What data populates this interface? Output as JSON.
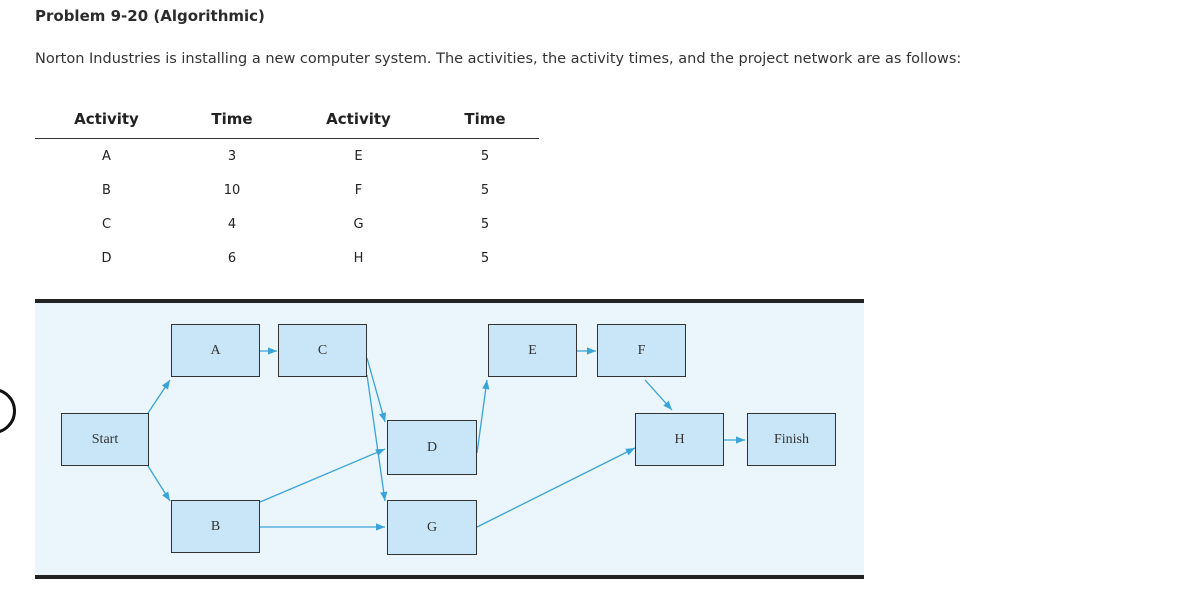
{
  "problem_title": "Problem 9-20 (Algorithmic)",
  "intro": "Norton Industries is installing a new computer system. The activities, the activity times, and the project network are as follows:",
  "table": {
    "headers": [
      "Activity",
      "Time",
      "Activity",
      "Time"
    ],
    "rows": [
      [
        "A",
        "3",
        "E",
        "5"
      ],
      [
        "B",
        "10",
        "F",
        "5"
      ],
      [
        "C",
        "4",
        "G",
        "5"
      ],
      [
        "D",
        "6",
        "H",
        "5"
      ]
    ]
  },
  "network": {
    "nodes": {
      "start": "Start",
      "a": "A",
      "b": "B",
      "c": "C",
      "d": "D",
      "e": "E",
      "f": "F",
      "g": "G",
      "h": "H",
      "finish": "Finish"
    },
    "colors": {
      "node_fill": "#c8e6f7",
      "arrow": "#3aa3d8",
      "panel": "#eaf5fc"
    }
  }
}
